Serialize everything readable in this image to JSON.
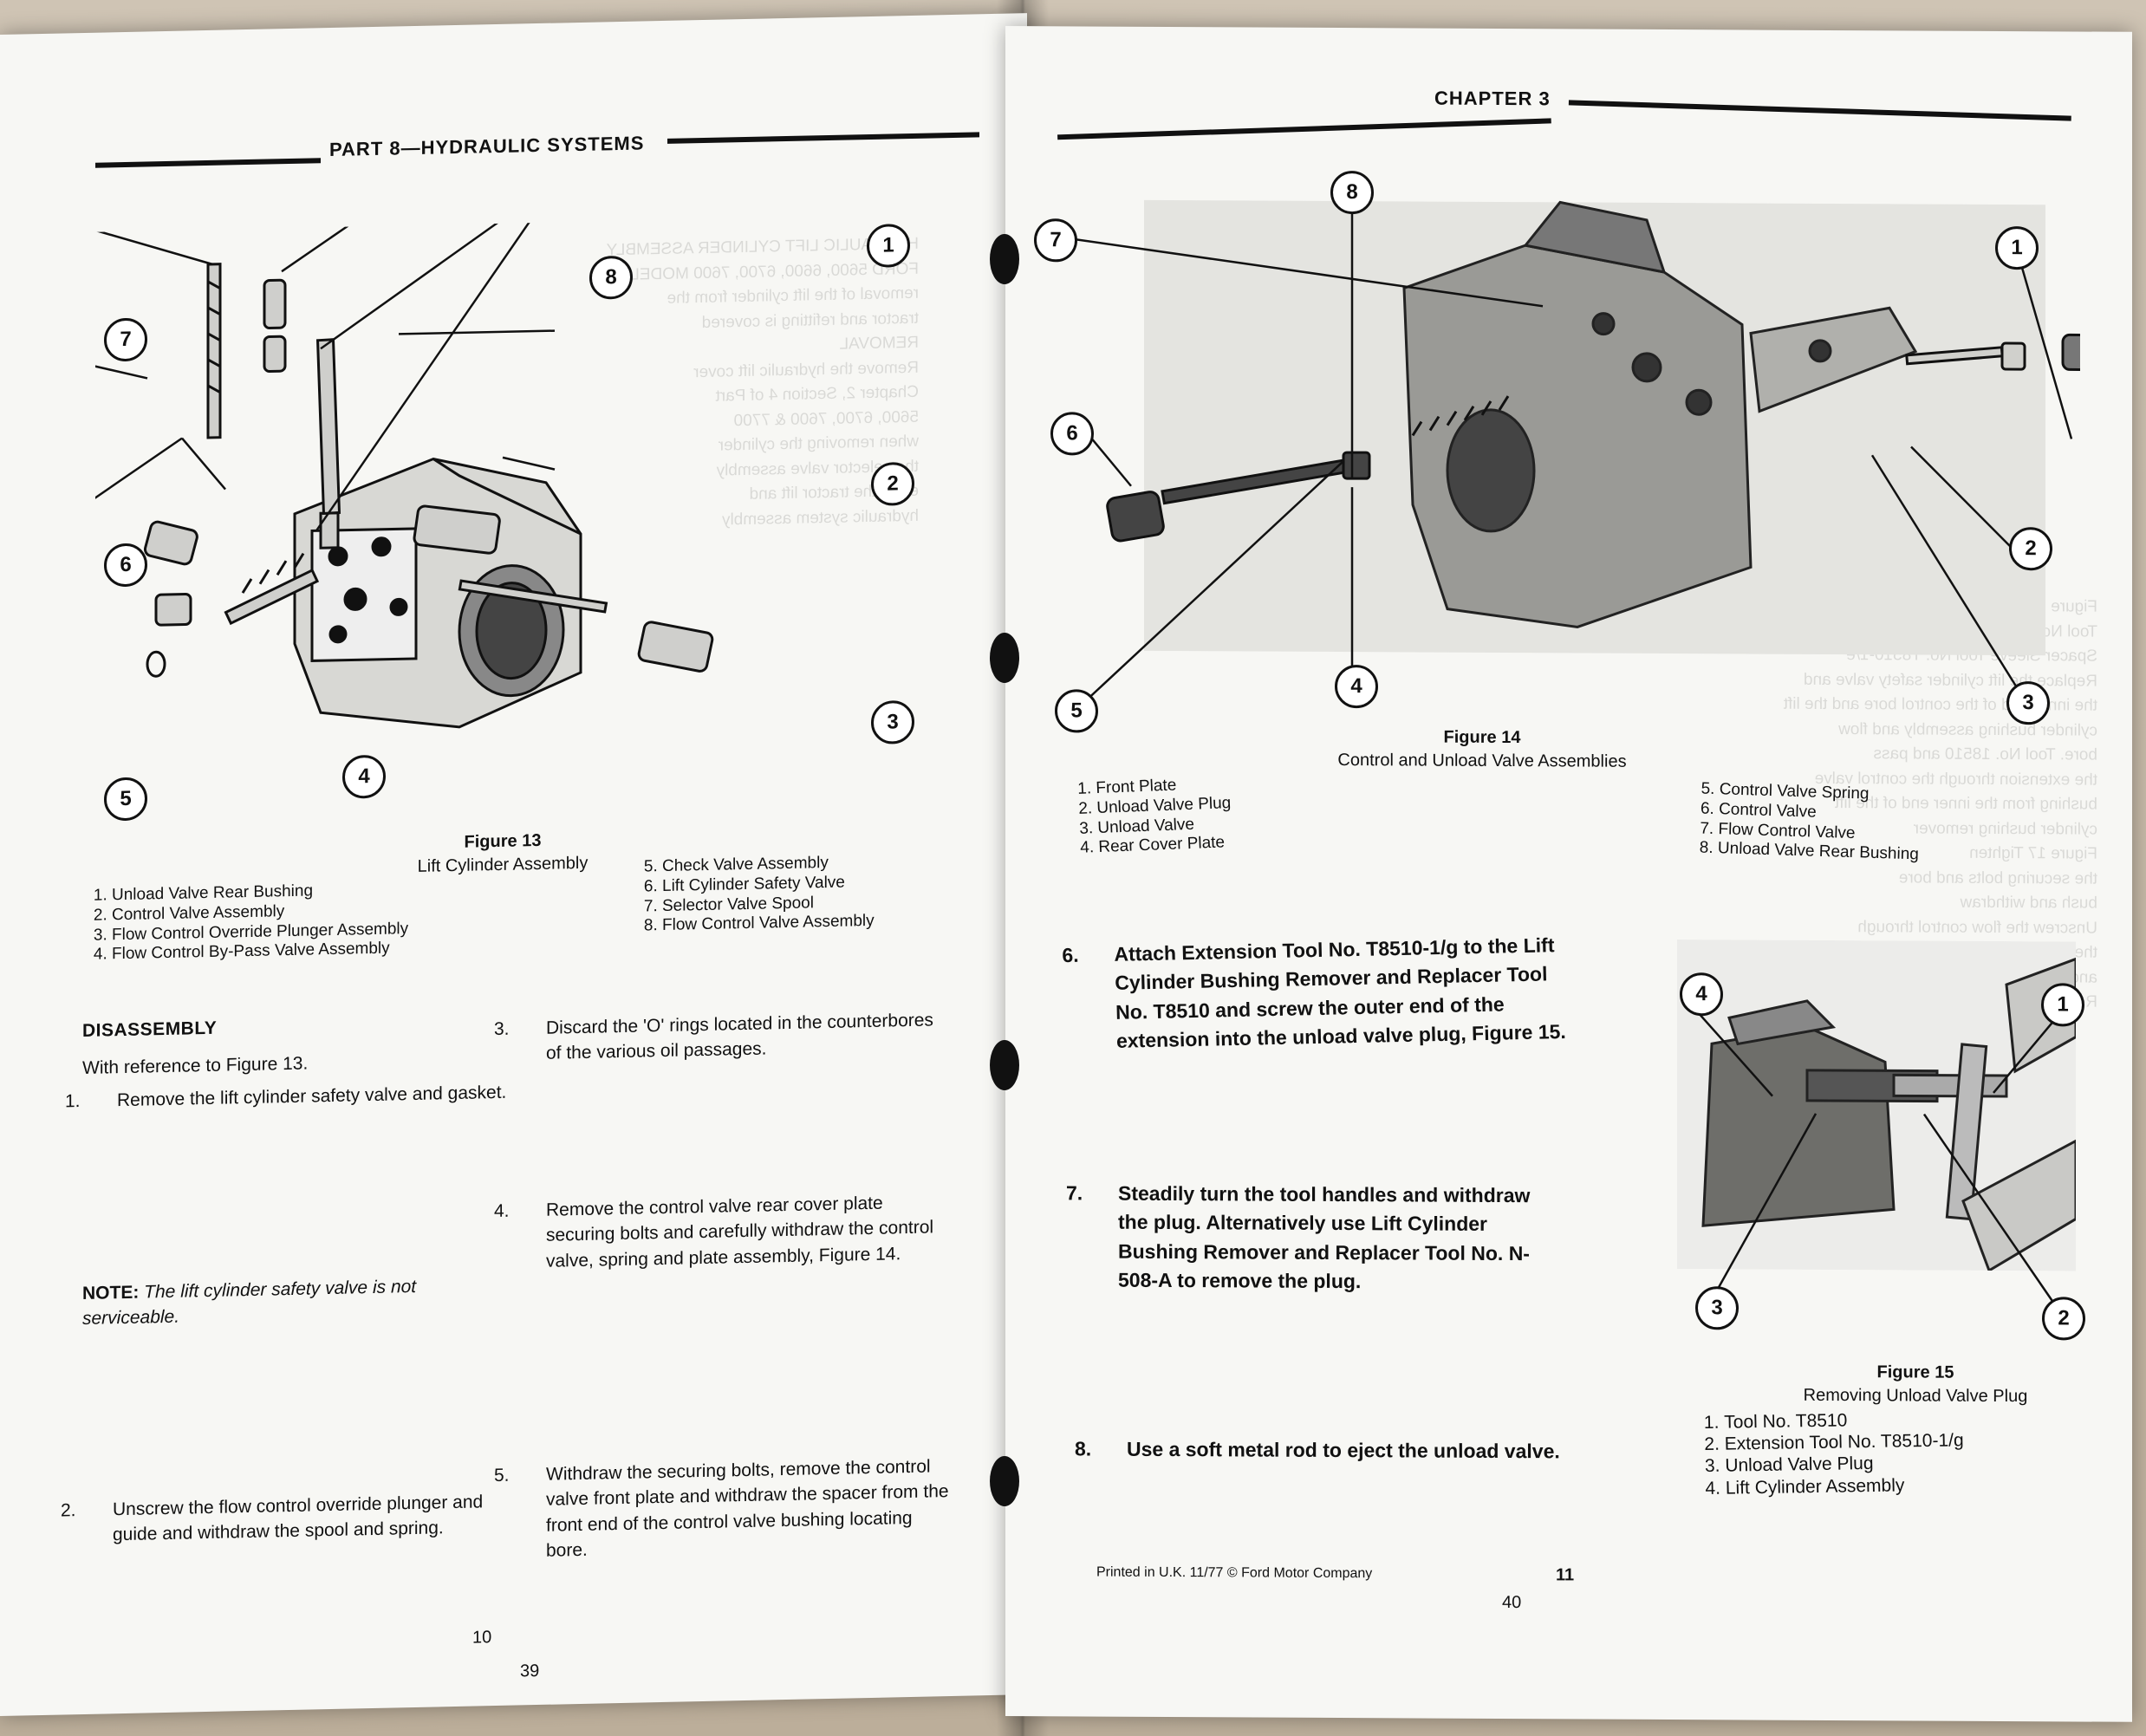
{
  "left_page": {
    "header": "PART 8—HYDRAULIC SYSTEMS",
    "figure13": {
      "callouts": [
        "1",
        "2",
        "3",
        "4",
        "5",
        "6",
        "7",
        "8"
      ],
      "label": "Figure 13",
      "title": "Lift Cylinder Assembly",
      "legend_a": [
        "Unload Valve Rear Bushing",
        "Control Valve Assembly",
        "Flow Control Override Plunger Assembly",
        "Flow Control By-Pass Valve Assembly"
      ],
      "legend_b": [
        "Check Valve Assembly",
        "Lift Cylinder Safety Valve",
        "Selector Valve Spool",
        "Flow Control Valve Assembly"
      ]
    },
    "disassembly_heading": "DISASSEMBLY",
    "intro": "With reference to Figure 13.",
    "step1": "Remove the lift cylinder safety valve and gasket.",
    "note_label": "NOTE:",
    "note_text": "The lift cylinder safety valve is not serviceable.",
    "step2": "Unscrew the flow control override plunger and guide and withdraw the spool and spring.",
    "step3": "Discard the 'O' rings located in the counterbores of the various oil passages.",
    "step4": "Remove the control valve rear cover plate securing bolts and carefully withdraw the control valve, spring and plate assembly, Figure 14.",
    "step5": "Withdraw the securing bolts, remove the control valve front plate and withdraw the spacer from the front end of the control valve bushing locating bore.",
    "page_number": "10",
    "page_number_2": "39"
  },
  "right_page": {
    "header": "CHAPTER 3",
    "figure14": {
      "callouts": [
        "1",
        "2",
        "3",
        "4",
        "5",
        "6",
        "7",
        "8"
      ],
      "label": "Figure 14",
      "title": "Control and Unload Valve Assemblies",
      "legend_a": [
        "Front Plate",
        "Unload Valve Plug",
        "Unload Valve",
        "Rear Cover Plate"
      ],
      "legend_b": [
        "Control Valve Spring",
        "Control Valve",
        "Flow Control Valve",
        "Unload Valve Rear Bushing"
      ]
    },
    "step6": "Attach Extension Tool No. T8510-1/g to the Lift Cylinder Bushing Remover and Replacer Tool No. T8510 and screw the outer end of the extension into the unload valve plug, Figure 15.",
    "step7": "Steadily turn the tool handles and withdraw the plug. Alternatively use Lift Cylinder Bushing Remover and Replacer Tool No. N-508-A to remove the plug.",
    "step8": "Use a soft metal rod to eject the unload valve.",
    "figure15": {
      "callouts": [
        "1",
        "2",
        "3",
        "4"
      ],
      "label": "Figure 15",
      "title": "Removing Unload Valve Plug",
      "legend": [
        "Tool No. T8510",
        "Extension Tool No. T8510-1/g",
        "Unload Valve Plug",
        "Lift Cylinder Assembly"
      ]
    },
    "footer": "Printed in U.K. 11/77 © Ford Motor Company",
    "page_number": "11",
    "page_number_2": "40"
  }
}
